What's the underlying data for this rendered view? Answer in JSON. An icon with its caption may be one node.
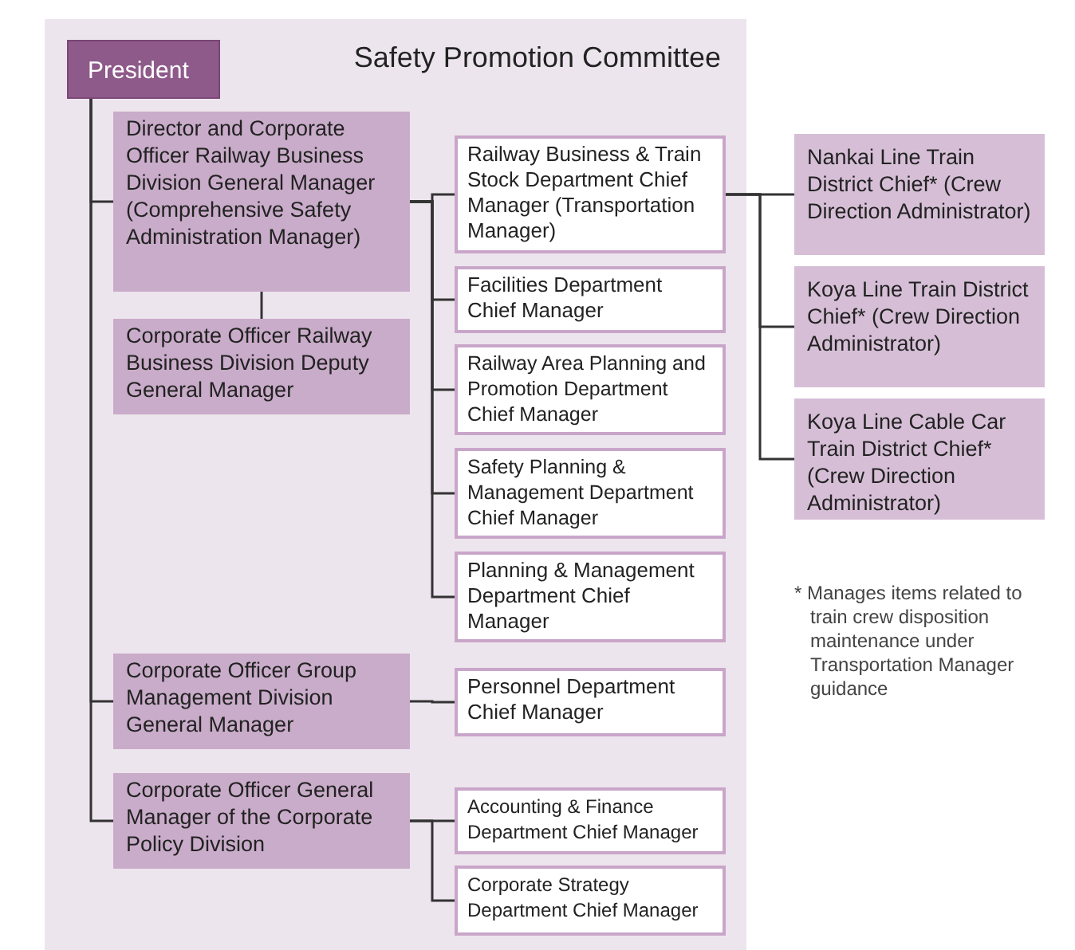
{
  "diagram": {
    "nodes": [
      {
        "text": [
          "Safety Promotion Committee"
        ]
      },
      {
        "text": [
          "President"
        ],
        "in": 0
      },
      {
        "text": [
          "Director and Corporate Officer Railway Business Division General Manager (Comprehensive Safety Administration Manager)"
        ],
        "in": 0
      },
      {
        "text": [
          "Corporate Officer Railway Business Division Deputy General Manager"
        ],
        "in": 0
      },
      {
        "text": [
          "Corporate Officer Group Management Division General Manager"
        ],
        "in": 0
      },
      {
        "text": [
          "Corporate Officer General Manager of the Corporate Policy Division"
        ],
        "in": 0
      },
      {
        "text": [
          "Railway Business & Train Stock Department Chief Manager (Transportation Manager)"
        ],
        "in": 0
      },
      {
        "text": [
          "Facilities Department Chief Manager"
        ],
        "in": 0
      },
      {
        "text": [
          "Railway Area Planning and Promotion Department Chief Manager"
        ],
        "in": 0
      },
      {
        "text": [
          "Safety Planning & Management Department Chief Manager"
        ],
        "in": 0
      },
      {
        "text": [
          "Planning & Management Department Chief Manager"
        ],
        "in": 0
      },
      {
        "text": [
          "Personnel Department Chief Manager"
        ],
        "in": 0
      },
      {
        "text": [
          "Accounting & Finance Department Chief Manager"
        ],
        "in": 0
      },
      {
        "text": [
          "Corporate Strategy Department Chief Manager"
        ],
        "in": 0
      },
      {
        "text": [
          "Nankai Line Train District Chief* (Crew Direction Administrator)"
        ]
      },
      {
        "text": [
          "Koya Line Train District Chief* (Crew Direction Administrator)"
        ]
      },
      {
        "text": [
          "Koya Line Cable Car Train District Chief* (Crew Direction Administrator)"
        ]
      }
    ],
    "edges": [
      {
        "from": 1,
        "to": 2,
        "arrow": "none"
      },
      {
        "from": 1,
        "to": 4,
        "arrow": "none"
      },
      {
        "from": 1,
        "to": 5,
        "arrow": "none"
      },
      {
        "from": 2,
        "to": 3,
        "arrow": "none"
      },
      {
        "from": 2,
        "to": 6,
        "arrow": "none"
      },
      {
        "from": 2,
        "to": 7,
        "arrow": "none"
      },
      {
        "from": 2,
        "to": 8,
        "arrow": "none"
      },
      {
        "from": 2,
        "to": 9,
        "arrow": "none"
      },
      {
        "from": 2,
        "to": 10,
        "arrow": "none"
      },
      {
        "from": 4,
        "to": 11,
        "arrow": "none"
      },
      {
        "from": 5,
        "to": 12,
        "arrow": "none"
      },
      {
        "from": 5,
        "to": 13,
        "arrow": "none"
      },
      {
        "from": 6,
        "to": 14,
        "arrow": "none"
      },
      {
        "from": 6,
        "to": 15,
        "arrow": "none"
      },
      {
        "from": 6,
        "to": 16,
        "arrow": "none"
      }
    ],
    "labels": [
      "* Manages items related to train crew disposition maintenance under Transportation Manager guidance"
    ]
  }
}
